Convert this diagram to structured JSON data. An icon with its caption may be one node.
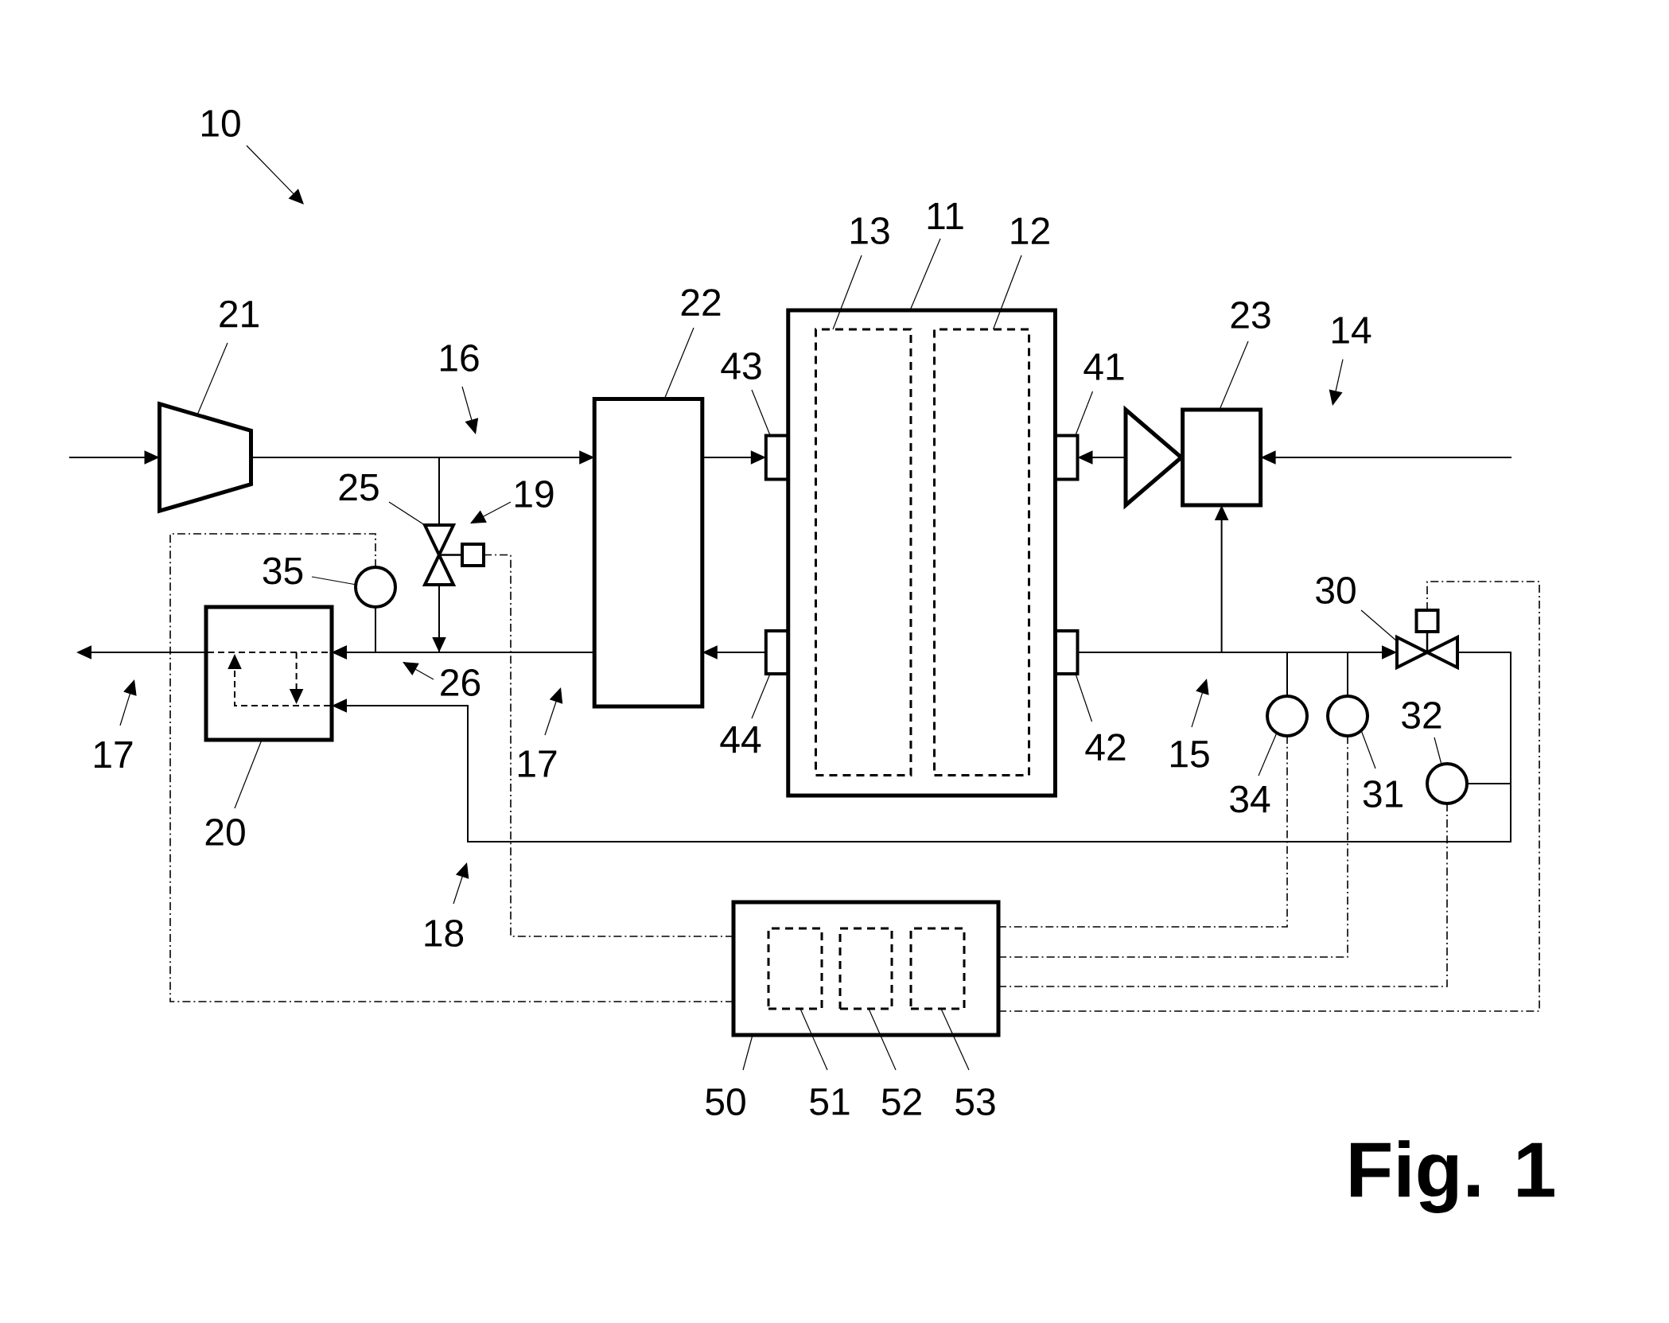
{
  "diagram": {
    "caption": "Fig. 1",
    "nodes": [
      {
        "text": [
          "10"
        ]
      },
      {
        "text": [
          "21"
        ]
      },
      {
        "text": [],
        "shape": "trapezoid"
      },
      {
        "text": [
          "16"
        ]
      },
      {
        "text": [
          "25"
        ]
      },
      {
        "text": [],
        "shape": "valve"
      },
      {
        "text": [
          "19"
        ]
      },
      {
        "text": [
          "35"
        ]
      },
      {
        "text": [],
        "shape": "circle"
      },
      {
        "text": [],
        "shape": "box"
      },
      {
        "text": [
          "20"
        ]
      },
      {
        "text": [
          "26"
        ]
      },
      {
        "text": [
          "17"
        ]
      },
      {
        "text": [
          "17"
        ]
      },
      {
        "text": [
          "18"
        ]
      },
      {
        "text": [
          "22"
        ]
      },
      {
        "text": [],
        "shape": "box"
      },
      {
        "text": [
          "13"
        ]
      },
      {
        "text": [
          "11"
        ]
      },
      {
        "text": [
          "12"
        ]
      },
      {
        "text": [],
        "shape": "box"
      },
      {
        "text": [],
        "shape": "box",
        "in": 20
      },
      {
        "text": [],
        "shape": "box",
        "in": 20
      },
      {
        "text": [
          "43"
        ]
      },
      {
        "text": [],
        "shape": "box"
      },
      {
        "text": [
          "44"
        ]
      },
      {
        "text": [],
        "shape": "box"
      },
      {
        "text": [
          "41"
        ]
      },
      {
        "text": [],
        "shape": "box"
      },
      {
        "text": [
          "42"
        ]
      },
      {
        "text": [],
        "shape": "box"
      },
      {
        "text": [],
        "shape": "triangle"
      },
      {
        "text": [
          "23"
        ]
      },
      {
        "text": [],
        "shape": "box"
      },
      {
        "text": [
          "14"
        ]
      },
      {
        "text": [
          "15"
        ]
      },
      {
        "text": [
          "30"
        ]
      },
      {
        "text": [],
        "shape": "valve"
      },
      {
        "text": [],
        "shape": "circle"
      },
      {
        "text": [
          "34"
        ]
      },
      {
        "text": [],
        "shape": "circle"
      },
      {
        "text": [
          "31"
        ]
      },
      {
        "text": [
          "32"
        ]
      },
      {
        "text": [],
        "shape": "circle"
      },
      {
        "text": [],
        "shape": "box"
      },
      {
        "text": [],
        "shape": "box",
        "in": 44
      },
      {
        "text": [],
        "shape": "box",
        "in": 44
      },
      {
        "text": [],
        "shape": "box",
        "in": 44
      },
      {
        "text": [
          "50"
        ]
      },
      {
        "text": [
          "51"
        ]
      },
      {
        "text": [
          "52"
        ]
      },
      {
        "text": [
          "53"
        ]
      }
    ],
    "edges": [
      {
        "from": null,
        "to": 2,
        "arrow": "to"
      },
      {
        "from": 2,
        "to": 16,
        "arrow": "to"
      },
      {
        "from": 2,
        "to": 5,
        "arrow": "none"
      },
      {
        "from": 5,
        "to": 9,
        "arrow": "to"
      },
      {
        "from": 16,
        "to": 24,
        "arrow": "to"
      },
      {
        "from": 26,
        "to": 16,
        "arrow": "to"
      },
      {
        "from": 16,
        "to": 9,
        "arrow": "to"
      },
      {
        "from": 9,
        "to": null,
        "arrow": "to"
      },
      {
        "from": 31,
        "to": 28,
        "arrow": "to"
      },
      {
        "from": null,
        "to": 33,
        "arrow": "to"
      },
      {
        "from": 30,
        "to": 37,
        "arrow": "to"
      },
      {
        "from": 30,
        "to": 33,
        "arrow": "to"
      },
      {
        "from": 37,
        "to": 9,
        "arrow": "to"
      },
      {
        "from": 8,
        "to": null,
        "arrow": "none"
      },
      {
        "from": 38,
        "to": null,
        "arrow": "none"
      },
      {
        "from": 40,
        "to": null,
        "arrow": "none"
      },
      {
        "from": 43,
        "to": null,
        "arrow": "none"
      },
      {
        "from": 5,
        "to": 44,
        "arrow": "none",
        "style": "dashed"
      },
      {
        "from": 8,
        "to": 44,
        "arrow": "none",
        "style": "dashed"
      },
      {
        "from": 38,
        "to": 44,
        "arrow": "none",
        "style": "dashed"
      },
      {
        "from": 40,
        "to": 44,
        "arrow": "none",
        "style": "dashed"
      },
      {
        "from": 43,
        "to": 44,
        "arrow": "none",
        "style": "dashed"
      },
      {
        "from": 37,
        "to": 44,
        "arrow": "none",
        "style": "dashed"
      },
      {
        "from": 1,
        "to": 2,
        "arrow": "none"
      },
      {
        "from": 4,
        "to": 5,
        "arrow": "none"
      },
      {
        "from": 7,
        "to": 8,
        "arrow": "none"
      },
      {
        "from": 10,
        "to": 9,
        "arrow": "none"
      },
      {
        "from": 15,
        "to": 16,
        "arrow": "none"
      },
      {
        "from": 17,
        "to": 21,
        "arrow": "none"
      },
      {
        "from": 18,
        "to": 20,
        "arrow": "none"
      },
      {
        "from": 19,
        "to": 22,
        "arrow": "none"
      },
      {
        "from": 23,
        "to": 24,
        "arrow": "none"
      },
      {
        "from": 25,
        "to": 26,
        "arrow": "none"
      },
      {
        "from": 27,
        "to": 28,
        "arrow": "none"
      },
      {
        "from": 29,
        "to": 30,
        "arrow": "none"
      },
      {
        "from": 32,
        "to": 33,
        "arrow": "none"
      },
      {
        "from": 36,
        "to": 37,
        "arrow": "none"
      },
      {
        "from": 39,
        "to": 38,
        "arrow": "none"
      },
      {
        "from": 41,
        "to": 40,
        "arrow": "none"
      },
      {
        "from": 42,
        "to": 43,
        "arrow": "none"
      },
      {
        "from": 48,
        "to": 44,
        "arrow": "none"
      },
      {
        "from": 49,
        "to": 45,
        "arrow": "none"
      },
      {
        "from": 50,
        "to": 46,
        "arrow": "none"
      },
      {
        "from": 51,
        "to": 47,
        "arrow": "none"
      },
      {
        "from": 0,
        "to": null,
        "arrow": "to"
      },
      {
        "from": 3,
        "to": null,
        "arrow": "to"
      },
      {
        "from": 6,
        "to": 5,
        "arrow": "to"
      },
      {
        "from": 11,
        "to": null,
        "arrow": "to"
      },
      {
        "from": 12,
        "to": null,
        "arrow": "to"
      },
      {
        "from": 13,
        "to": null,
        "arrow": "to"
      },
      {
        "from": 14,
        "to": null,
        "arrow": "to"
      },
      {
        "from": 34,
        "to": null,
        "arrow": "to"
      },
      {
        "from": 35,
        "to": null,
        "arrow": "to"
      }
    ]
  }
}
